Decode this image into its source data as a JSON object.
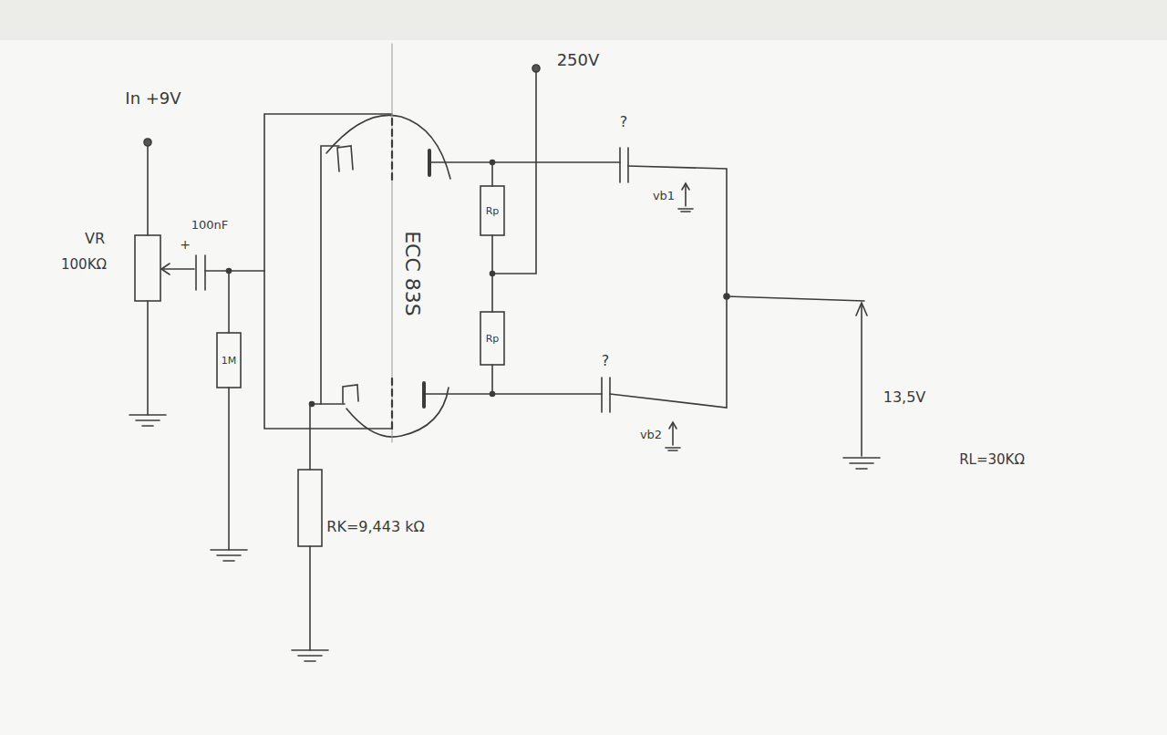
{
  "diagram": {
    "labels": [
      "In +9V",
      "250V",
      "?",
      "VR",
      "100KΩ",
      "100nF",
      "+",
      "Rp",
      "vb1",
      "ECC 83S",
      "1M",
      "Rp",
      "?",
      "13,5V",
      "vb2",
      "RL=30KΩ",
      "RK=9,443 kΩ"
    ]
  }
}
